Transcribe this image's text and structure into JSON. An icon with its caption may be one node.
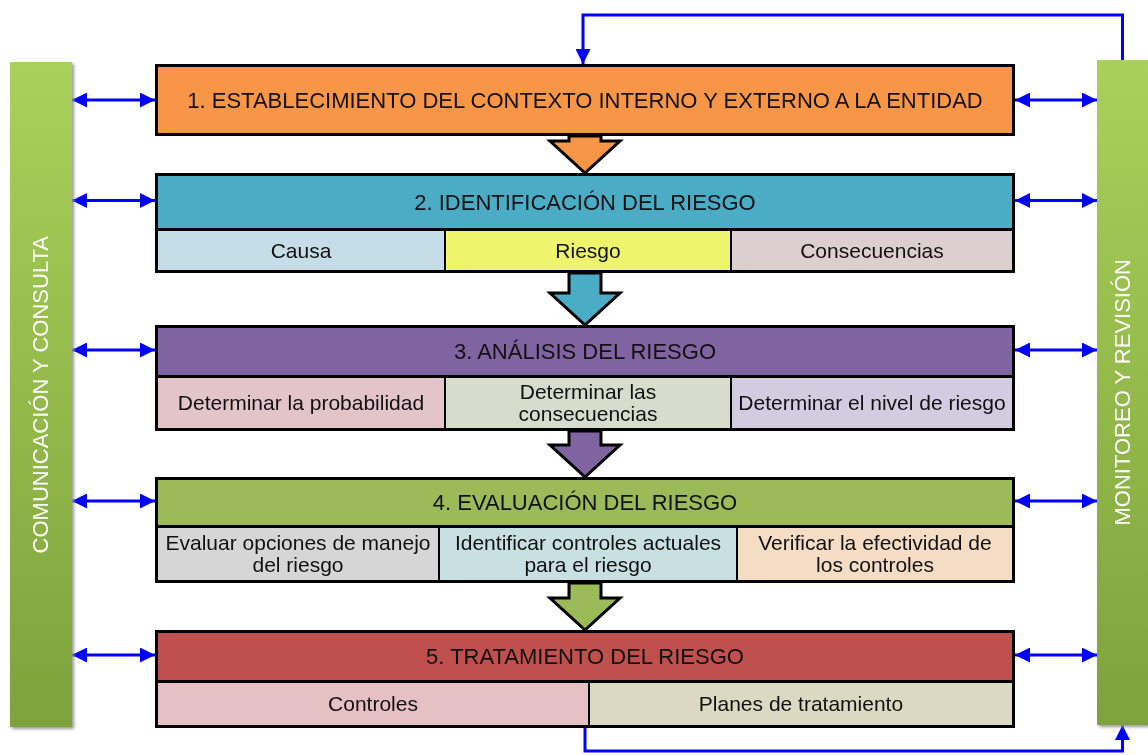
{
  "diagram": {
    "nodes": [
      {
        "text": [
          "COMUNICACIÓN Y CONSULTA"
        ]
      },
      {
        "text": [
          "1. ESTABLECIMIENTO DEL CONTEXTO INTERNO Y EXTERNO A LA ENTIDAD"
        ]
      },
      {
        "text": [
          "2. IDENTIFICACIÓN DEL RIESGO"
        ]
      },
      {
        "text": [
          "Causa"
        ],
        "in": 2
      },
      {
        "text": [
          "Riesgo"
        ],
        "in": 2
      },
      {
        "text": [
          "Consecuencias"
        ],
        "in": 2
      },
      {
        "text": [
          "3. ANÁLISIS DEL RIESGO"
        ]
      },
      {
        "text": [
          "Determinar la probabilidad"
        ],
        "in": 6
      },
      {
        "text": [
          "Determinar las consecuencias"
        ],
        "in": 6
      },
      {
        "text": [
          "Determinar el nivel de riesgo"
        ],
        "in": 6
      },
      {
        "text": [
          "4. EVALUACIÓN DEL RIESGO"
        ]
      },
      {
        "text": [
          "Evaluar opciones de manejo del riesgo"
        ],
        "in": 10
      },
      {
        "text": [
          "Identificar controles actuales para el riesgo"
        ],
        "in": 10
      },
      {
        "text": [
          "Verificar la efectividad de los controles"
        ],
        "in": 10
      },
      {
        "text": [
          "5. TRATAMIENTO DEL RIESGO"
        ]
      },
      {
        "text": [
          "Controles"
        ],
        "in": 14
      },
      {
        "text": [
          "Planes de tratamiento"
        ],
        "in": 14
      },
      {
        "text": [
          "MONITOREO Y REVISIÓN"
        ]
      }
    ],
    "edges": [
      {
        "from": 0,
        "to": 1,
        "arrow": "both"
      },
      {
        "from": 0,
        "to": 2,
        "arrow": "both"
      },
      {
        "from": 0,
        "to": 6,
        "arrow": "both"
      },
      {
        "from": 0,
        "to": 10,
        "arrow": "both"
      },
      {
        "from": 0,
        "to": 14,
        "arrow": "both"
      },
      {
        "from": 1,
        "to": 17,
        "arrow": "both"
      },
      {
        "from": 2,
        "to": 17,
        "arrow": "both"
      },
      {
        "from": 6,
        "to": 17,
        "arrow": "both"
      },
      {
        "from": 10,
        "to": 17,
        "arrow": "both"
      },
      {
        "from": 14,
        "to": 17,
        "arrow": "both"
      },
      {
        "from": 1,
        "to": 2,
        "arrow": "to",
        "style": "thick",
        "color": "#f79646"
      },
      {
        "from": 2,
        "to": 6,
        "arrow": "to",
        "style": "thick",
        "color": "#4bacc6"
      },
      {
        "from": 6,
        "to": 10,
        "arrow": "to",
        "style": "thick",
        "color": "#8064a2"
      },
      {
        "from": 10,
        "to": 14,
        "arrow": "to",
        "style": "thick",
        "color": "#9bbb59"
      },
      {
        "from": 14,
        "to": 17,
        "arrow": "to"
      },
      {
        "from": 17,
        "to": 1,
        "arrow": "to"
      }
    ]
  }
}
